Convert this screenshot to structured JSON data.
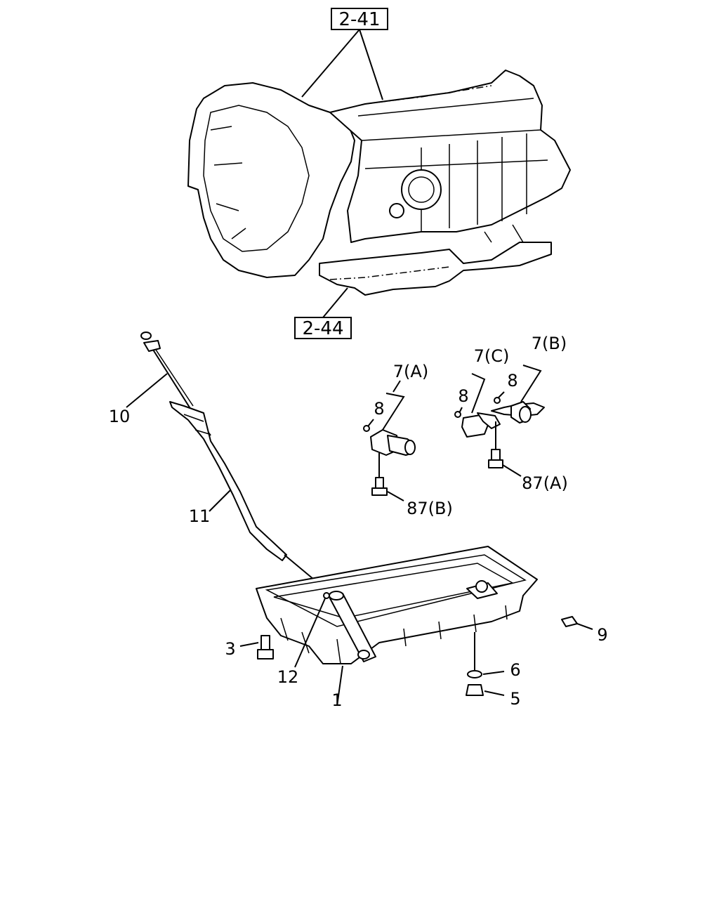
{
  "references": {
    "ref_2_41": "2-41",
    "ref_2_44": "2-44"
  },
  "callouts": {
    "c1": "1",
    "c3": "3",
    "c5": "5",
    "c6": "6",
    "c7a": "7(A)",
    "c7b": "7(B)",
    "c7c": "7(C)",
    "c8a": "8",
    "c8b": "8",
    "c8c": "8",
    "c9": "9",
    "c10": "10",
    "c11": "11",
    "c12": "12",
    "c87a": "87(A)",
    "c87b": "87(B)"
  }
}
